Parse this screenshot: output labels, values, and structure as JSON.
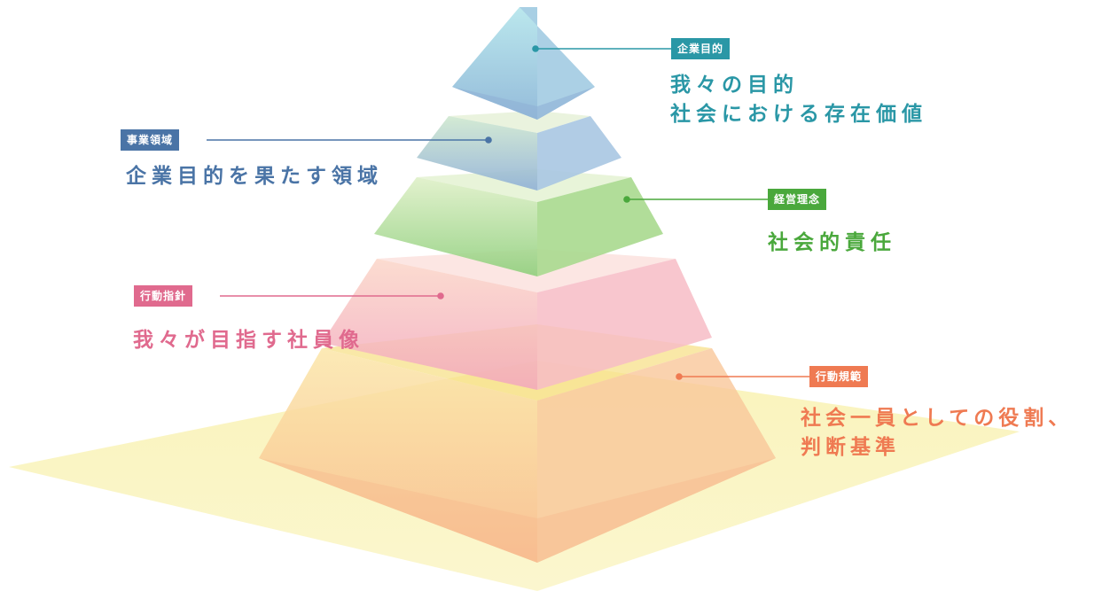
{
  "colors": {
    "purpose": "#2a97a6",
    "domain": "#4a74a6",
    "philosophy": "#4aa83c",
    "guideline": "#e06a8e",
    "norms": "#ef7a52",
    "base_plane": "#f8eea0"
  },
  "layers": {
    "purpose": {
      "tag": "企業目的",
      "lines": [
        "我々の目的",
        "社会における存在価値"
      ]
    },
    "domain": {
      "tag": "事業領域",
      "lines": [
        "企業目的を果たす領域"
      ]
    },
    "philosophy": {
      "tag": "経営理念",
      "lines": [
        "社会的責任"
      ]
    },
    "guideline": {
      "tag": "行動指針",
      "lines": [
        "我々が目指す社員像"
      ]
    },
    "norms": {
      "tag": "行動規範",
      "lines": [
        "社会一員としての役割、",
        "判断基準"
      ]
    }
  }
}
